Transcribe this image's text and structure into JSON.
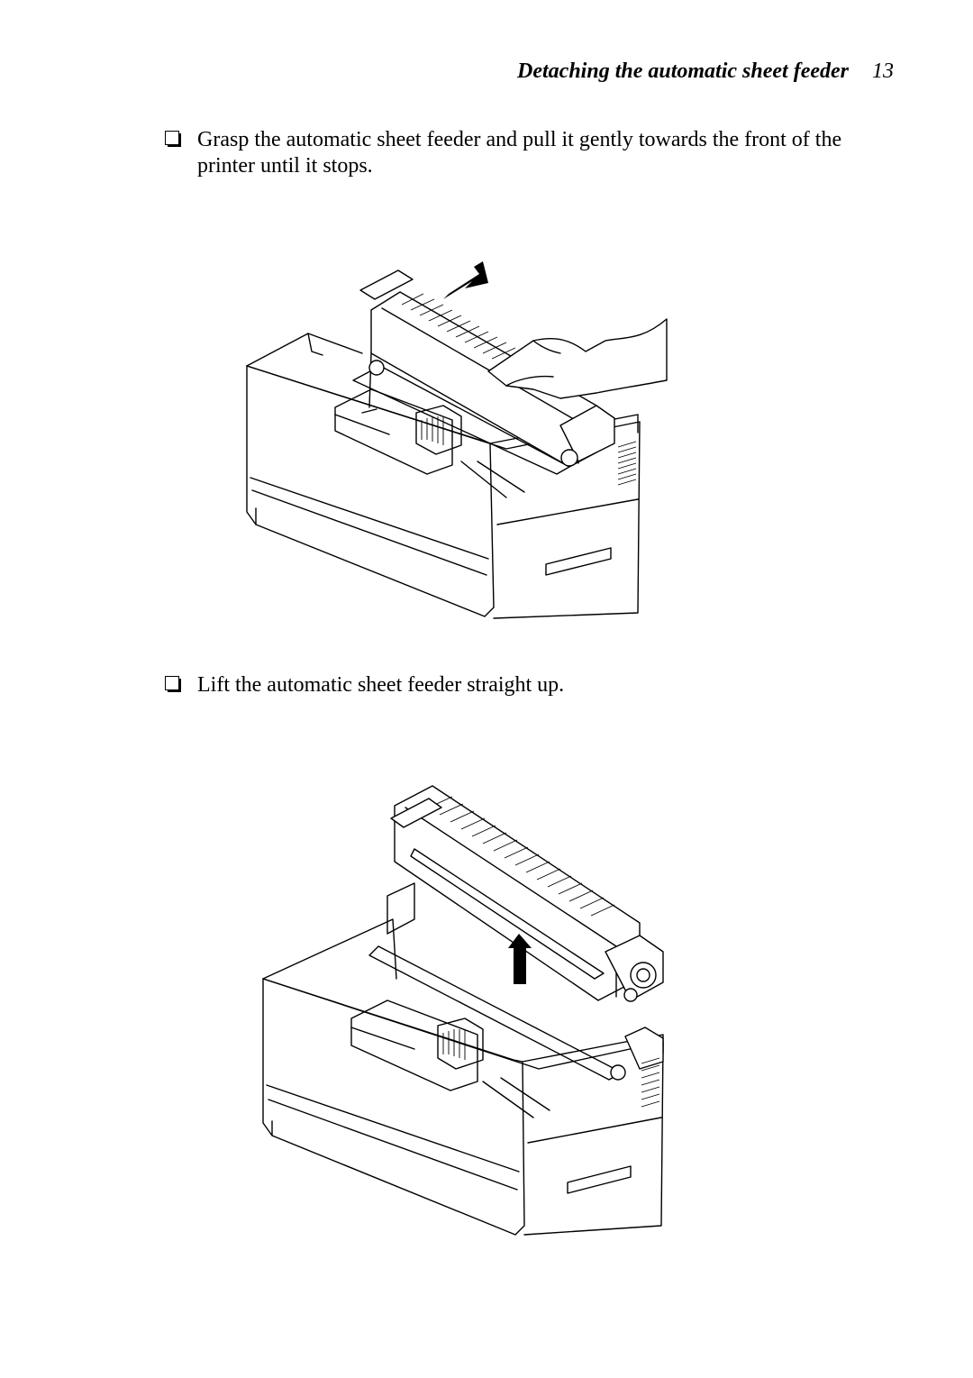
{
  "header": {
    "title": "Detaching the automatic sheet feeder",
    "page_number": "13"
  },
  "steps": [
    {
      "bullet_icon": "checkbox-icon",
      "text": "Grasp the automatic sheet feeder and pull it gently towards the front of the printer until it stops."
    },
    {
      "bullet_icon": "checkbox-icon",
      "text": "Lift the automatic sheet feeder straight up."
    }
  ],
  "figures": [
    {
      "icon": "printer-pull-feeder-illustration",
      "arrow": "arrow-down-left-icon"
    },
    {
      "icon": "printer-lift-feeder-illustration",
      "arrow": "arrow-up-icon"
    }
  ]
}
